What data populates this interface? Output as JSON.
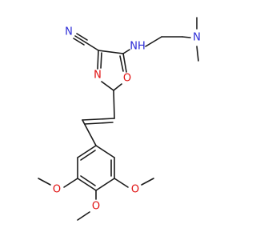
{
  "molecule": {
    "atom_labels": [
      {
        "id": "nitrile-n",
        "text": "N",
        "element": "N"
      },
      {
        "id": "amine-nh",
        "text": "NH",
        "element": "N"
      },
      {
        "id": "dimethyl-n",
        "text": "N",
        "element": "N"
      },
      {
        "id": "ring-n",
        "text": "N",
        "element": "N"
      },
      {
        "id": "ring-o",
        "text": "O",
        "element": "O"
      },
      {
        "id": "methoxy-o-left",
        "text": "O",
        "element": "O"
      },
      {
        "id": "methoxy-o-right",
        "text": "O",
        "element": "O"
      },
      {
        "id": "methoxy-o-bottom",
        "text": "O",
        "element": "O"
      }
    ]
  },
  "colors": {
    "bond": "#1a1a1a",
    "nitrogen": "#2b2bd6",
    "oxygen": "#e01010",
    "background": "#ffffff"
  }
}
